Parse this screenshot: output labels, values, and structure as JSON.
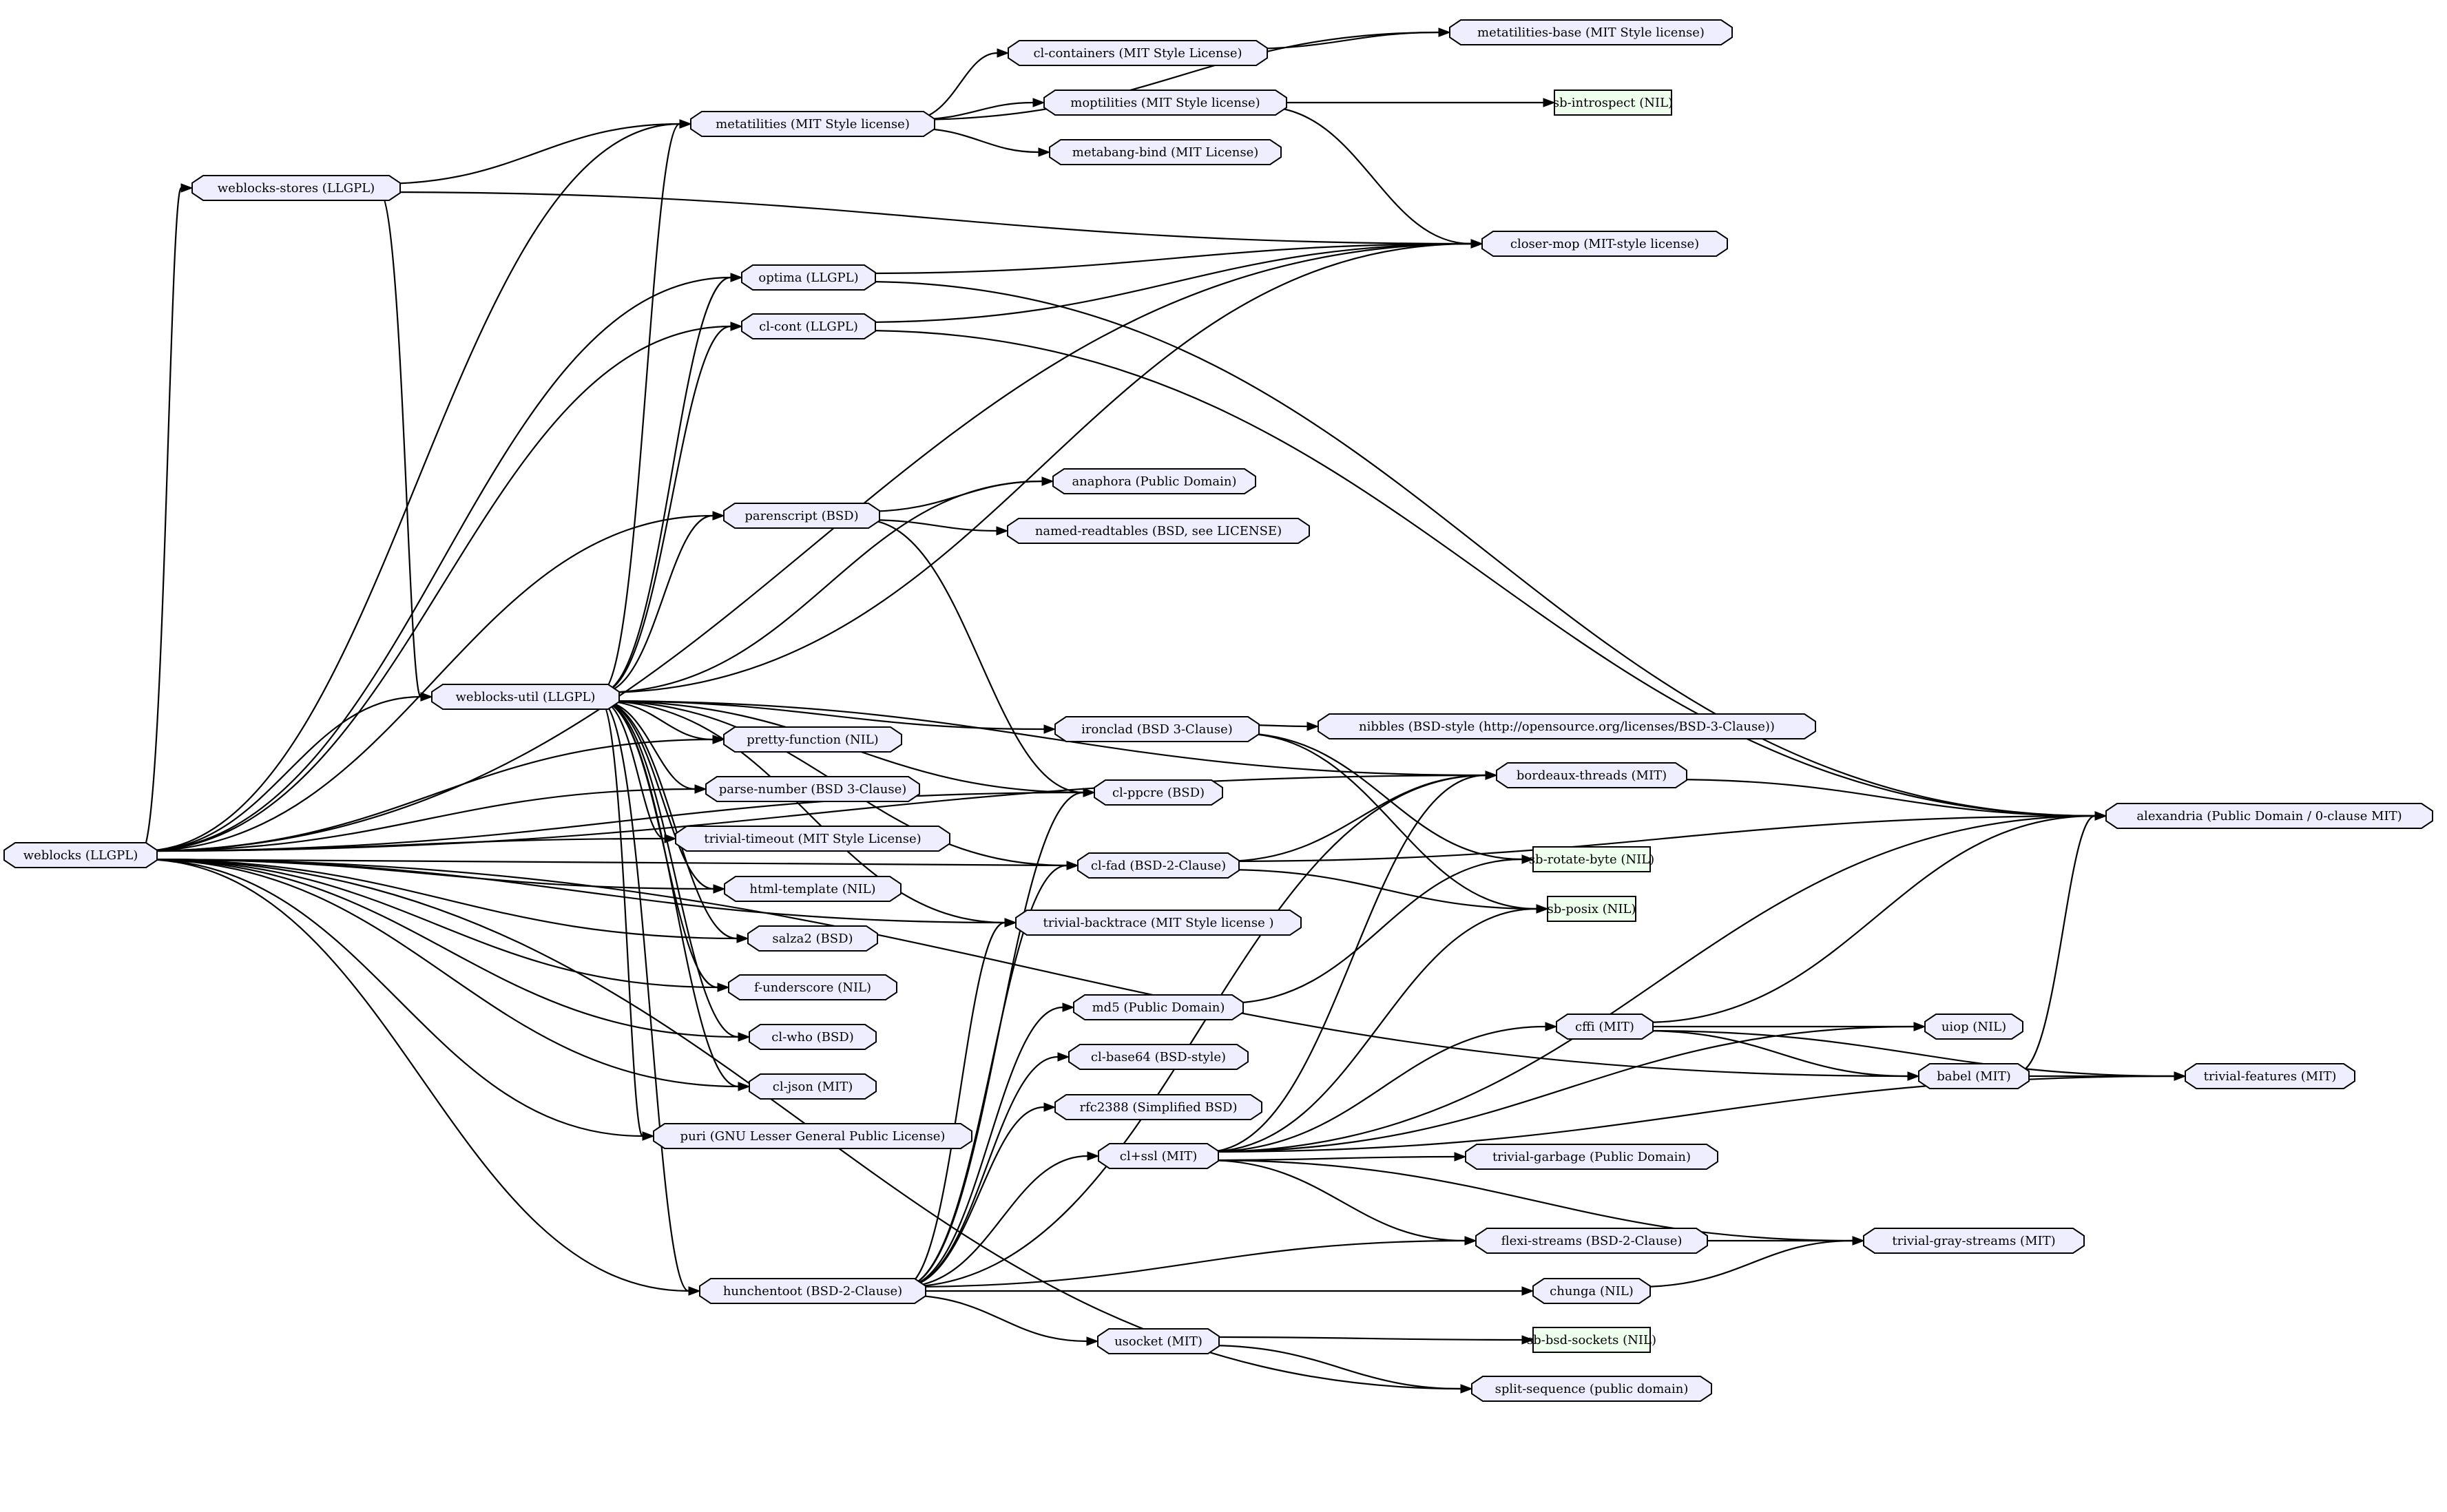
{
  "colors": {
    "package_fill": "#eeeeff",
    "builtin_fill": "#eeffee",
    "stroke": "#000000"
  },
  "nodes": [
    {
      "id": "weblocks",
      "label": "weblocks (LLGPL)",
      "shape": "octagon"
    },
    {
      "id": "weblocks-stores",
      "label": "weblocks-stores (LLGPL)",
      "shape": "octagon"
    },
    {
      "id": "weblocks-util",
      "label": "weblocks-util (LLGPL)",
      "shape": "octagon"
    },
    {
      "id": "metatilities",
      "label": "metatilities (MIT Style license)",
      "shape": "octagon"
    },
    {
      "id": "cl-containers",
      "label": "cl-containers (MIT Style License)",
      "shape": "octagon"
    },
    {
      "id": "metatilities-base",
      "label": "metatilities-base (MIT Style license)",
      "shape": "octagon"
    },
    {
      "id": "moptilities",
      "label": "moptilities (MIT Style license)",
      "shape": "octagon"
    },
    {
      "id": "sb-introspect",
      "label": "sb-introspect (NIL)",
      "shape": "box"
    },
    {
      "id": "metabang-bind",
      "label": "metabang-bind (MIT License)",
      "shape": "octagon"
    },
    {
      "id": "closer-mop",
      "label": "closer-mop (MIT-style license)",
      "shape": "octagon"
    },
    {
      "id": "optima",
      "label": "optima (LLGPL)",
      "shape": "octagon"
    },
    {
      "id": "cl-cont",
      "label": "cl-cont (LLGPL)",
      "shape": "octagon"
    },
    {
      "id": "anaphora",
      "label": "anaphora (Public Domain)",
      "shape": "octagon"
    },
    {
      "id": "parenscript",
      "label": "parenscript (BSD)",
      "shape": "octagon"
    },
    {
      "id": "named-readtables",
      "label": "named-readtables (BSD, see LICENSE)",
      "shape": "octagon"
    },
    {
      "id": "ironclad",
      "label": "ironclad (BSD 3-Clause)",
      "shape": "octagon"
    },
    {
      "id": "nibbles",
      "label": "nibbles (BSD-style (http://opensource.org/licenses/BSD-3-Clause))",
      "shape": "octagon"
    },
    {
      "id": "pretty-function",
      "label": "pretty-function (NIL)",
      "shape": "octagon"
    },
    {
      "id": "bordeaux-threads",
      "label": "bordeaux-threads (MIT)",
      "shape": "octagon"
    },
    {
      "id": "parse-number",
      "label": "parse-number (BSD 3-Clause)",
      "shape": "octagon"
    },
    {
      "id": "cl-ppcre",
      "label": "cl-ppcre (BSD)",
      "shape": "octagon"
    },
    {
      "id": "alexandria",
      "label": "alexandria (Public Domain / 0-clause MIT)",
      "shape": "octagon"
    },
    {
      "id": "trivial-timeout",
      "label": "trivial-timeout (MIT Style License)",
      "shape": "octagon"
    },
    {
      "id": "sb-rotate-byte",
      "label": "sb-rotate-byte (NIL)",
      "shape": "box"
    },
    {
      "id": "cl-fad",
      "label": "cl-fad (BSD-2-Clause)",
      "shape": "octagon"
    },
    {
      "id": "html-template",
      "label": "html-template (NIL)",
      "shape": "octagon"
    },
    {
      "id": "sb-posix",
      "label": "sb-posix (NIL)",
      "shape": "box"
    },
    {
      "id": "trivial-backtrace",
      "label": "trivial-backtrace (MIT Style license )",
      "shape": "octagon"
    },
    {
      "id": "salza2",
      "label": "salza2 (BSD)",
      "shape": "octagon"
    },
    {
      "id": "f-underscore",
      "label": "f-underscore (NIL)",
      "shape": "octagon"
    },
    {
      "id": "md5",
      "label": "md5 (Public Domain)",
      "shape": "octagon"
    },
    {
      "id": "cffi",
      "label": "cffi (MIT)",
      "shape": "octagon"
    },
    {
      "id": "uiop",
      "label": "uiop (NIL)",
      "shape": "octagon"
    },
    {
      "id": "cl-who",
      "label": "cl-who (BSD)",
      "shape": "octagon"
    },
    {
      "id": "cl-base64",
      "label": "cl-base64 (BSD-style)",
      "shape": "octagon"
    },
    {
      "id": "babel",
      "label": "babel (MIT)",
      "shape": "octagon"
    },
    {
      "id": "trivial-features",
      "label": "trivial-features (MIT)",
      "shape": "octagon"
    },
    {
      "id": "cl-json",
      "label": "cl-json (MIT)",
      "shape": "octagon"
    },
    {
      "id": "rfc2388",
      "label": "rfc2388 (Simplified BSD)",
      "shape": "octagon"
    },
    {
      "id": "puri",
      "label": "puri (GNU Lesser General Public License)",
      "shape": "octagon"
    },
    {
      "id": "cl-ssl",
      "label": "cl+ssl (MIT)",
      "shape": "octagon"
    },
    {
      "id": "trivial-garbage",
      "label": "trivial-garbage (Public Domain)",
      "shape": "octagon"
    },
    {
      "id": "flexi-streams",
      "label": "flexi-streams (BSD-2-Clause)",
      "shape": "octagon"
    },
    {
      "id": "trivial-gray-streams",
      "label": "trivial-gray-streams (MIT)",
      "shape": "octagon"
    },
    {
      "id": "hunchentoot",
      "label": "hunchentoot (BSD-2-Clause)",
      "shape": "octagon"
    },
    {
      "id": "chunga",
      "label": "chunga (NIL)",
      "shape": "octagon"
    },
    {
      "id": "usocket",
      "label": "usocket (MIT)",
      "shape": "octagon"
    },
    {
      "id": "sb-bsd-sockets",
      "label": "sb-bsd-sockets (NIL)",
      "shape": "box"
    },
    {
      "id": "split-sequence",
      "label": "split-sequence (public domain)",
      "shape": "octagon"
    }
  ],
  "edges": [
    [
      "weblocks",
      "weblocks-stores"
    ],
    [
      "weblocks",
      "metatilities"
    ],
    [
      "weblocks",
      "closer-mop"
    ],
    [
      "weblocks",
      "optima"
    ],
    [
      "weblocks",
      "cl-cont"
    ],
    [
      "weblocks",
      "bordeaux-threads"
    ],
    [
      "weblocks",
      "parenscript"
    ],
    [
      "weblocks",
      "weblocks-util"
    ],
    [
      "weblocks",
      "pretty-function"
    ],
    [
      "weblocks",
      "parse-number"
    ],
    [
      "weblocks",
      "trivial-timeout"
    ],
    [
      "weblocks",
      "html-template"
    ],
    [
      "weblocks",
      "salza2"
    ],
    [
      "weblocks",
      "f-underscore"
    ],
    [
      "weblocks",
      "cl-who"
    ],
    [
      "weblocks",
      "cl-json"
    ],
    [
      "weblocks",
      "puri"
    ],
    [
      "weblocks",
      "cl-ppcre"
    ],
    [
      "weblocks",
      "cl-fad"
    ],
    [
      "weblocks",
      "trivial-backtrace"
    ],
    [
      "weblocks",
      "hunchentoot"
    ],
    [
      "weblocks",
      "split-sequence"
    ],
    [
      "weblocks",
      "babel"
    ],
    [
      "weblocks-stores",
      "metatilities"
    ],
    [
      "weblocks-stores",
      "closer-mop"
    ],
    [
      "weblocks-stores",
      "weblocks-util"
    ],
    [
      "metatilities",
      "metatilities-base"
    ],
    [
      "metatilities",
      "cl-containers"
    ],
    [
      "metatilities",
      "moptilities"
    ],
    [
      "metatilities",
      "metabang-bind"
    ],
    [
      "cl-containers",
      "metatilities-base"
    ],
    [
      "moptilities",
      "sb-introspect"
    ],
    [
      "moptilities",
      "closer-mop"
    ],
    [
      "optima",
      "closer-mop"
    ],
    [
      "optima",
      "alexandria"
    ],
    [
      "cl-cont",
      "closer-mop"
    ],
    [
      "cl-cont",
      "alexandria"
    ],
    [
      "weblocks-util",
      "metatilities"
    ],
    [
      "weblocks-util",
      "closer-mop"
    ],
    [
      "weblocks-util",
      "optima"
    ],
    [
      "weblocks-util",
      "cl-cont"
    ],
    [
      "weblocks-util",
      "anaphora"
    ],
    [
      "weblocks-util",
      "parenscript"
    ],
    [
      "weblocks-util",
      "ironclad"
    ],
    [
      "weblocks-util",
      "bordeaux-threads"
    ],
    [
      "weblocks-util",
      "cl-ppcre"
    ],
    [
      "weblocks-util",
      "pretty-function"
    ],
    [
      "weblocks-util",
      "parse-number"
    ],
    [
      "weblocks-util",
      "trivial-timeout"
    ],
    [
      "weblocks-util",
      "cl-fad"
    ],
    [
      "weblocks-util",
      "html-template"
    ],
    [
      "weblocks-util",
      "salza2"
    ],
    [
      "weblocks-util",
      "f-underscore"
    ],
    [
      "weblocks-util",
      "cl-who"
    ],
    [
      "weblocks-util",
      "cl-json"
    ],
    [
      "weblocks-util",
      "puri"
    ],
    [
      "weblocks-util",
      "trivial-backtrace"
    ],
    [
      "weblocks-util",
      "hunchentoot"
    ],
    [
      "parenscript",
      "anaphora"
    ],
    [
      "parenscript",
      "named-readtables"
    ],
    [
      "parenscript",
      "cl-ppcre"
    ],
    [
      "ironclad",
      "nibbles"
    ],
    [
      "ironclad",
      "sb-rotate-byte"
    ],
    [
      "ironclad",
      "sb-posix"
    ],
    [
      "bordeaux-threads",
      "alexandria"
    ],
    [
      "cl-fad",
      "bordeaux-threads"
    ],
    [
      "cl-fad",
      "alexandria"
    ],
    [
      "cl-fad",
      "sb-posix"
    ],
    [
      "cffi",
      "alexandria"
    ],
    [
      "cffi",
      "uiop"
    ],
    [
      "cffi",
      "babel"
    ],
    [
      "cffi",
      "trivial-features"
    ],
    [
      "babel",
      "alexandria"
    ],
    [
      "babel",
      "trivial-features"
    ],
    [
      "cl-ssl",
      "cffi"
    ],
    [
      "cl-ssl",
      "trivial-garbage"
    ],
    [
      "cl-ssl",
      "flexi-streams"
    ],
    [
      "cl-ssl",
      "trivial-gray-streams"
    ],
    [
      "cl-ssl",
      "bordeaux-threads"
    ],
    [
      "cl-ssl",
      "alexandria"
    ],
    [
      "cl-ssl",
      "uiop"
    ],
    [
      "cl-ssl",
      "trivial-features"
    ],
    [
      "cl-ssl",
      "sb-posix"
    ],
    [
      "flexi-streams",
      "trivial-gray-streams"
    ],
    [
      "chunga",
      "trivial-gray-streams"
    ],
    [
      "hunchentoot",
      "chunga"
    ],
    [
      "hunchentoot",
      "cl-base64"
    ],
    [
      "hunchentoot",
      "cl-fad"
    ],
    [
      "hunchentoot",
      "cl-ppcre"
    ],
    [
      "hunchentoot",
      "flexi-streams"
    ],
    [
      "hunchentoot",
      "cl-ssl"
    ],
    [
      "hunchentoot",
      "md5"
    ],
    [
      "hunchentoot",
      "rfc2388"
    ],
    [
      "hunchentoot",
      "trivial-backtrace"
    ],
    [
      "hunchentoot",
      "usocket"
    ],
    [
      "hunchentoot",
      "bordeaux-threads"
    ],
    [
      "md5",
      "sb-rotate-byte"
    ],
    [
      "usocket",
      "split-sequence"
    ],
    [
      "usocket",
      "sb-bsd-sockets"
    ]
  ]
}
